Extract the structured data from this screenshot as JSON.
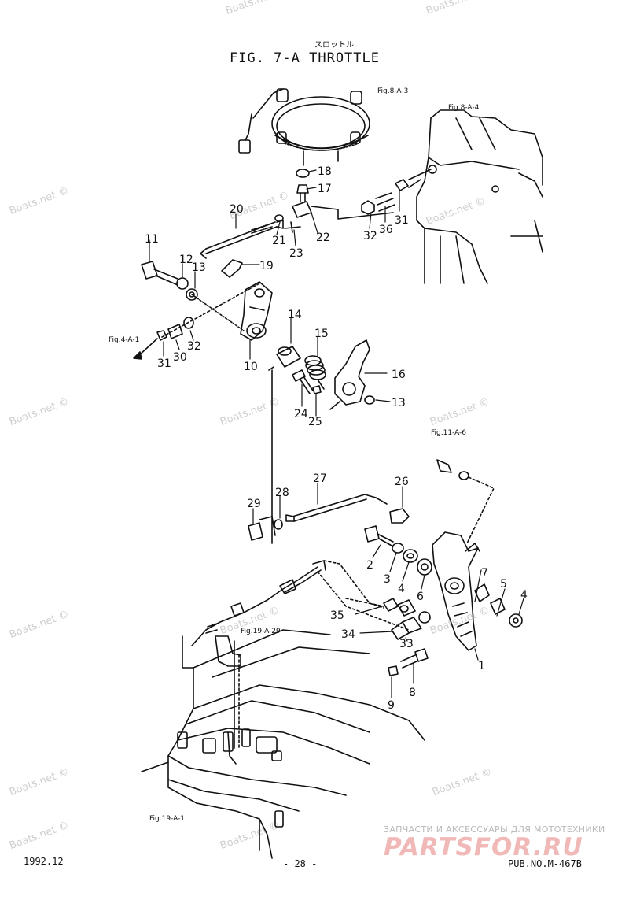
{
  "header": {
    "kana": "スロットル",
    "title": "FIG. 7-A THROTTLE"
  },
  "refs": [
    {
      "id": "fig8a3",
      "text": "Fig.8-A-3"
    },
    {
      "id": "fig8a4",
      "text": "Fig.8-A-4"
    },
    {
      "id": "fig4a1",
      "text": "Fig.4-A-1"
    },
    {
      "id": "fig11a6",
      "text": "Fig.11-A-6"
    },
    {
      "id": "fig19a29",
      "text": "Fig.19-A-29"
    },
    {
      "id": "fig19a1",
      "text": "Fig.19-A-1"
    }
  ],
  "callouts": [
    "1",
    "2",
    "3",
    "4",
    "4",
    "5",
    "6",
    "7",
    "8",
    "9",
    "10",
    "11",
    "12",
    "13",
    "13",
    "14",
    "15",
    "16",
    "17",
    "18",
    "19",
    "20",
    "21",
    "22",
    "23",
    "24",
    "25",
    "26",
    "27",
    "28",
    "29",
    "30",
    "31",
    "31",
    "32",
    "32",
    "33",
    "34",
    "35",
    "36"
  ],
  "footer": {
    "date": "1992.12",
    "page": "- 28 -",
    "pub": "PUB.NO.M-467B"
  },
  "watermarks": [
    "Boats.net ©",
    "Boats.net ©",
    "Boats.net ©",
    "Boats.net ©",
    "Boats.net ©",
    "Boats.net ©",
    "Boats.net ©",
    "Boats.net ©",
    "Boats.net ©",
    "Boats.net ©",
    "Boats.net ©",
    "Boats.net ©",
    "Boats.net ©",
    "Boats.net ©",
    "Boats.net ©"
  ],
  "brand": {
    "top": "ЗАПЧАСТИ И АКСЕССУАРЫ ДЛЯ МОТОТЕХНИКИ",
    "logo": "PARTSFOR.RU"
  },
  "colors": {
    "ink": "#111111",
    "watermark": "#cfcfcf",
    "brand_logo": "#f1b8b8"
  }
}
